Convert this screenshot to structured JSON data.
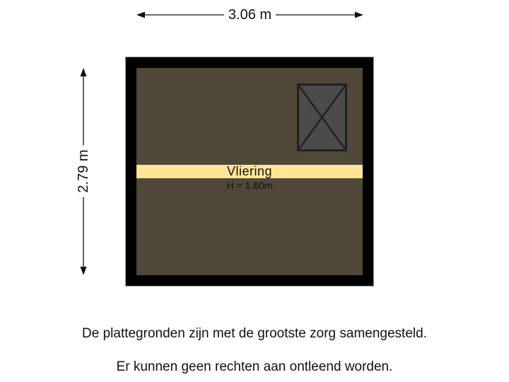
{
  "floorplan": {
    "dimensions": {
      "width_label": "3.06 m",
      "height_label": "2.79 m"
    },
    "room": {
      "name": "Vliering",
      "height": "H = 1.60m"
    },
    "colors": {
      "wall": "#000000",
      "floor": "#4f4839",
      "label_band": "#ffe595",
      "hatch_fill": "#4b4b4b",
      "hatch_stroke": "#222222"
    },
    "features": [
      {
        "type": "roof-hatch",
        "symbol": "box-with-x"
      }
    ]
  },
  "disclaimer": {
    "line1": "De plattegronden zijn met de grootste zorg samengesteld.",
    "line2": "Er kunnen geen rechten aan ontleend worden."
  }
}
